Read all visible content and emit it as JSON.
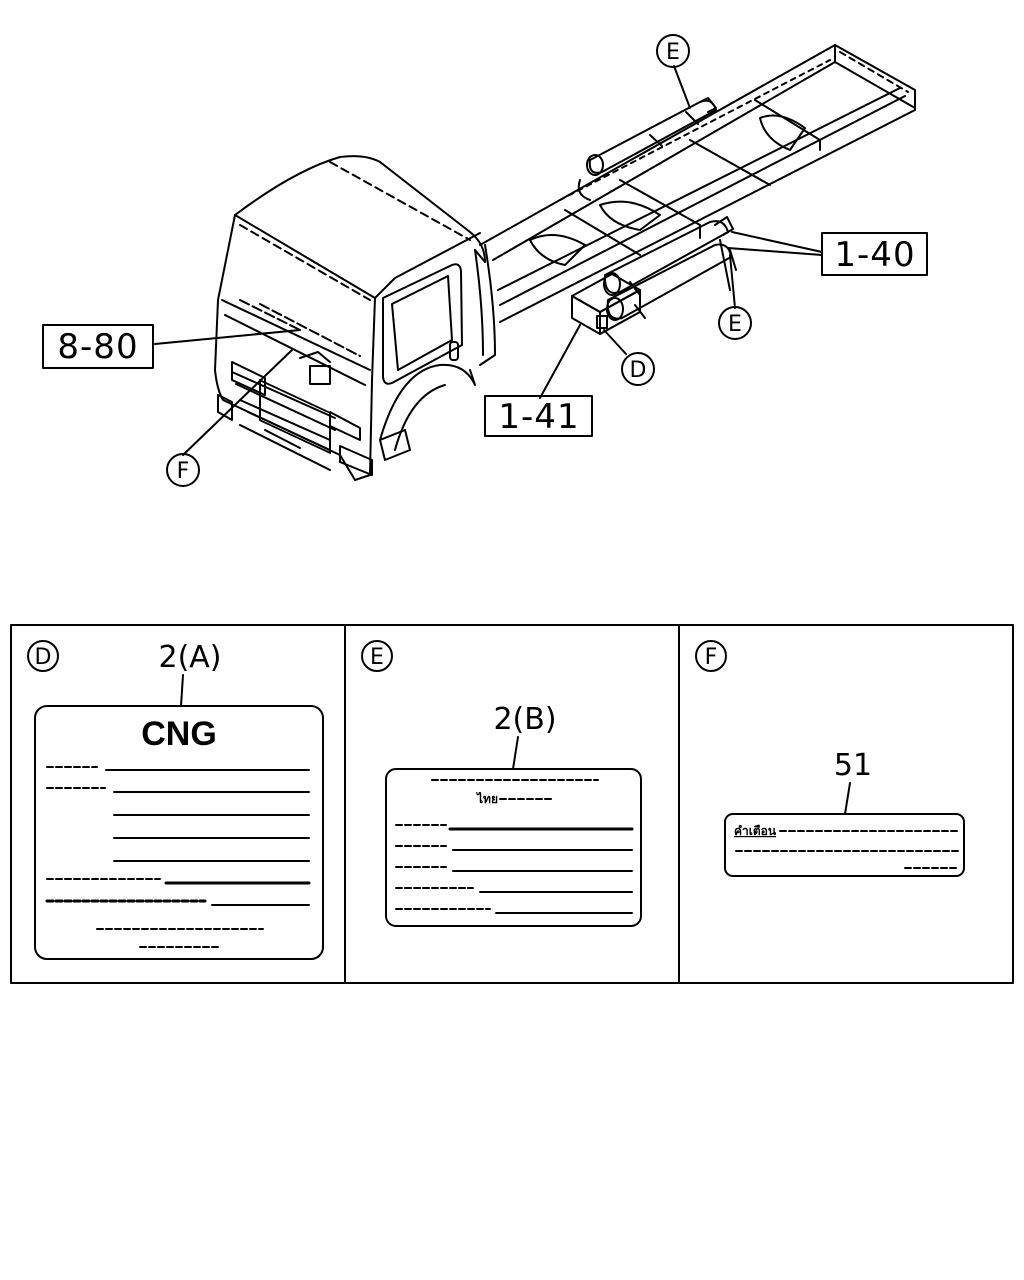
{
  "references": {
    "ref_8_80": "8-80",
    "ref_1_40": "1-40",
    "ref_1_41": "1-41"
  },
  "callouts": {
    "e_top": "E",
    "e_right": "E",
    "d": "D",
    "f": "F"
  },
  "panels": [
    {
      "letter": "D",
      "part_label": "2(A)",
      "label_title": "CNG"
    },
    {
      "letter": "E",
      "part_label": "2(B)",
      "label_word": "ไทย"
    },
    {
      "letter": "F",
      "part_label": "51",
      "label_word": "คำเตือน"
    }
  ]
}
